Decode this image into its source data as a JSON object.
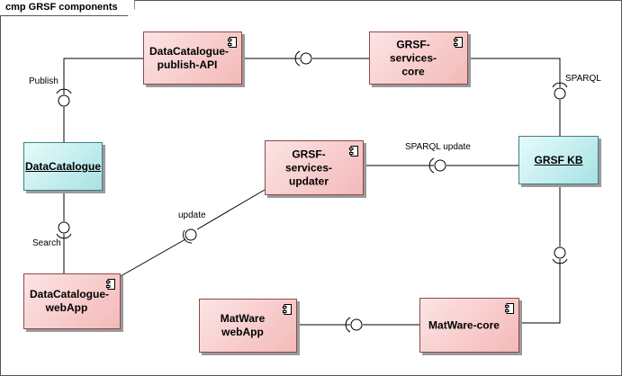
{
  "diagram": {
    "title": "cmp GRSF components",
    "components": [
      {
        "id": "publish",
        "label": "DataCatalogue-\npublish-API"
      },
      {
        "id": "core",
        "label": "GRSF-services-\ncore"
      },
      {
        "id": "updater",
        "label": "GRSF-services-\nupdater"
      },
      {
        "id": "webapp",
        "label": "DataCatalogue-\nwebApp"
      },
      {
        "id": "matweb",
        "label": "MatWare\nwebApp"
      },
      {
        "id": "matcore",
        "label": "MatWare-core"
      }
    ],
    "nodes": [
      {
        "id": "datacatalogue",
        "label": "DataCatalogue"
      },
      {
        "id": "kb",
        "label": "GRSF KB"
      }
    ],
    "interfaces": [
      {
        "id": "publish",
        "label": "Publish"
      },
      {
        "id": "sparql",
        "label": "SPARQL"
      },
      {
        "id": "sparql_update",
        "label": "SPARQL update"
      },
      {
        "id": "update",
        "label": "update"
      },
      {
        "id": "search",
        "label": "Search"
      }
    ],
    "connections": [
      {
        "from": "DataCatalogue-publish-API",
        "to": "GRSF-services-core"
      },
      {
        "from": "DataCatalogue",
        "to": "DataCatalogue-publish-API",
        "interface": "Publish"
      },
      {
        "from": "GRSF-services-core",
        "to": "GRSF KB",
        "interface": "SPARQL"
      },
      {
        "from": "GRSF-services-updater",
        "to": "GRSF KB",
        "interface": "SPARQL update"
      },
      {
        "from": "DataCatalogue-webApp",
        "to": "GRSF-services-updater",
        "interface": "update"
      },
      {
        "from": "DataCatalogue",
        "to": "DataCatalogue-webApp",
        "interface": "Search"
      },
      {
        "from": "GRSF KB",
        "to": "MatWare-core"
      },
      {
        "from": "MatWare-core",
        "to": "MatWare webApp"
      }
    ]
  }
}
